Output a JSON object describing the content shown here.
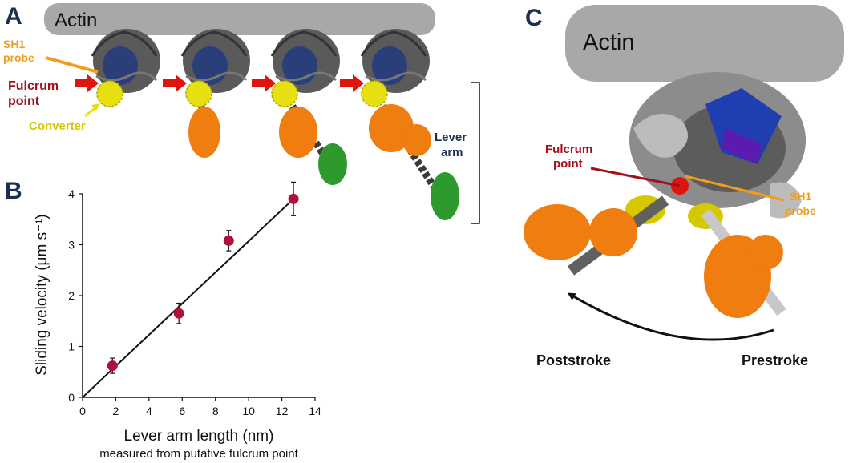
{
  "panels": {
    "a": {
      "letter": "A"
    },
    "b": {
      "letter": "B"
    },
    "c": {
      "letter": "C"
    }
  },
  "panel_a": {
    "actin_label": "Actin",
    "sh1_probe_line1": "SH1",
    "sh1_probe_line2": "probe",
    "fulcrum_line1": "Fulcrum",
    "fulcrum_line2": "point",
    "converter_label": "Converter",
    "lever_line1": "Lever",
    "lever_line2": "arm"
  },
  "panel_c": {
    "actin_label": "Actin",
    "fulcrum_line1": "Fulcrum",
    "fulcrum_line2": "point",
    "sh1_line1": "SH1",
    "sh1_line2": "probe",
    "poststroke_label": "Poststroke",
    "prestroke_label": "Prestroke"
  },
  "colors": {
    "actin": "#a8a8a8",
    "myosin_head": "#555555",
    "converter": "#e6e010",
    "fulcrum_arrow": "#e0140e",
    "light_chain": "#f07d10",
    "green_light_chain": "#2e9a2e",
    "data_point": "#b0103a",
    "orange_label": "#f39c1a",
    "red_label": "#a3101a",
    "navy": "#1c2f4e"
  },
  "chart_data": {
    "type": "scatter",
    "xlabel": "Lever arm length (nm)",
    "xlabel_sub": "measured from putative fulcrum point",
    "ylabel": "Sliding velocity (μm s⁻¹)",
    "xlim": [
      0,
      14
    ],
    "ylim": [
      0,
      4
    ],
    "xticks": [
      0,
      2,
      4,
      6,
      8,
      10,
      12,
      14
    ],
    "yticks": [
      0,
      1,
      2,
      3,
      4
    ],
    "grid": false,
    "legend": "none",
    "points": [
      {
        "x": 1.8,
        "y": 0.62,
        "err": 0.15
      },
      {
        "x": 5.8,
        "y": 1.65,
        "err": 0.2
      },
      {
        "x": 8.8,
        "y": 3.08,
        "err": 0.2
      },
      {
        "x": 12.7,
        "y": 3.9,
        "err": 0.33
      }
    ],
    "fit_line": {
      "x": [
        0,
        12.7
      ],
      "y": [
        0,
        3.9
      ]
    }
  }
}
